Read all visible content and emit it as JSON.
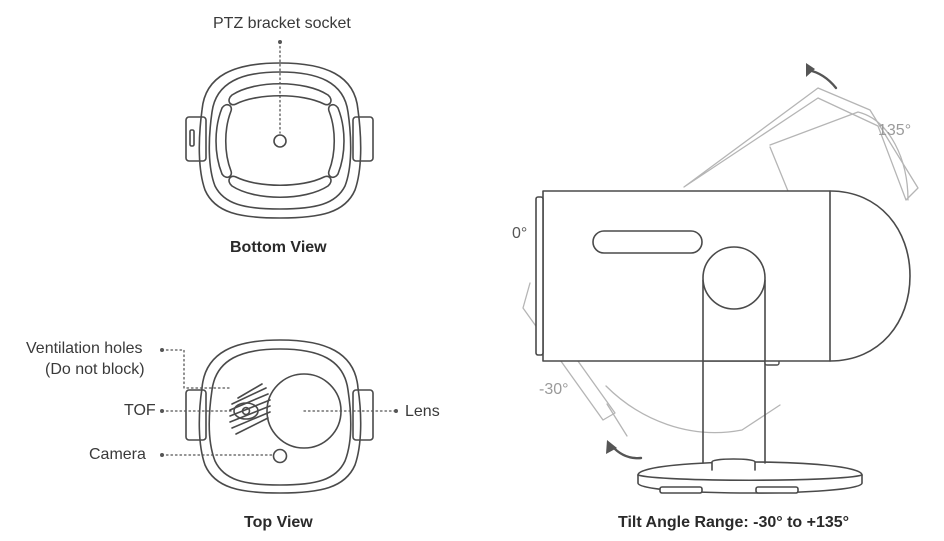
{
  "bottom_view": {
    "caption": "Bottom View",
    "callout_ptz": "PTZ bracket socket"
  },
  "top_view": {
    "caption": "Top View",
    "callout_ventilation_line1": "Ventilation holes",
    "callout_ventilation_line2": "(Do not block)",
    "callout_tof": "TOF",
    "callout_camera": "Camera",
    "callout_lens": "Lens"
  },
  "side_view": {
    "caption": "Tilt Angle Range: -30° to +135°",
    "angle_zero": "0°",
    "angle_max": "135°",
    "angle_min": "-30°"
  },
  "colors": {
    "outline": "#4a4a4a",
    "ghost_outline": "#b5b5b5",
    "callout": "#555555",
    "arrow": "#555555"
  }
}
